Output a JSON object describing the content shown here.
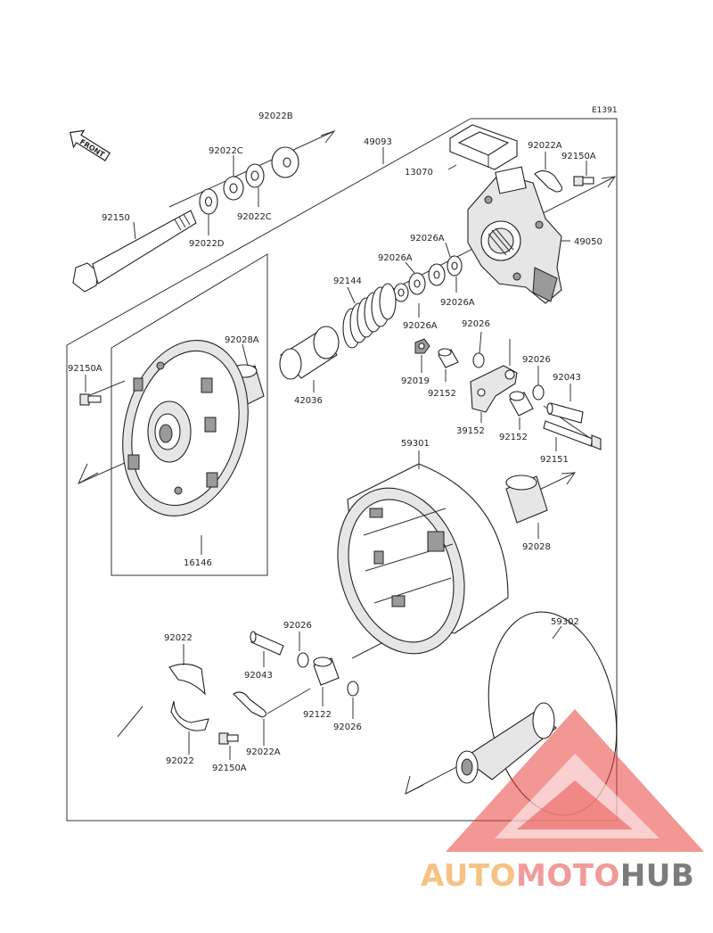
{
  "diagram": {
    "code": "E1391",
    "front_label": "FRONT",
    "parts": {
      "p92022B": "92022B",
      "p49093": "49093",
      "p92022C_top": "92022C",
      "p92022C_bot": "92022C",
      "p92022A_top": "92022A",
      "p92150A_top": "92150A",
      "p13070": "13070",
      "p92150": "92150",
      "p92022D": "92022D",
      "p49050": "49050",
      "p92026A_1": "92026A",
      "p92026A_2": "92026A",
      "p92026A_3": "92026A",
      "p92026A_4": "92026A",
      "p92144": "92144",
      "p92028A": "92028A",
      "p92026_a": "92026",
      "p92026_b": "92026",
      "p92150A_left": "92150A",
      "p92019": "92019",
      "p92043_r": "92043",
      "p92152_a": "92152",
      "p42036": "42036",
      "p39152": "39152",
      "p92152_b": "92152",
      "p92151": "92151",
      "p59301": "59301",
      "p92028": "92028",
      "p16146": "16146",
      "p59302": "59302",
      "p92022_top": "92022",
      "p92026_c": "92026",
      "p92043_l": "92043",
      "p92122": "92122",
      "p92026_d": "92026",
      "p92022_bot": "92022",
      "p92022A_bot": "92022A",
      "p92150A_bot": "92150A"
    }
  },
  "watermark": {
    "part1": "AUTO",
    "part2": "MOTO",
    "part3": "HUB",
    "color_triangle": "#e8413c"
  }
}
